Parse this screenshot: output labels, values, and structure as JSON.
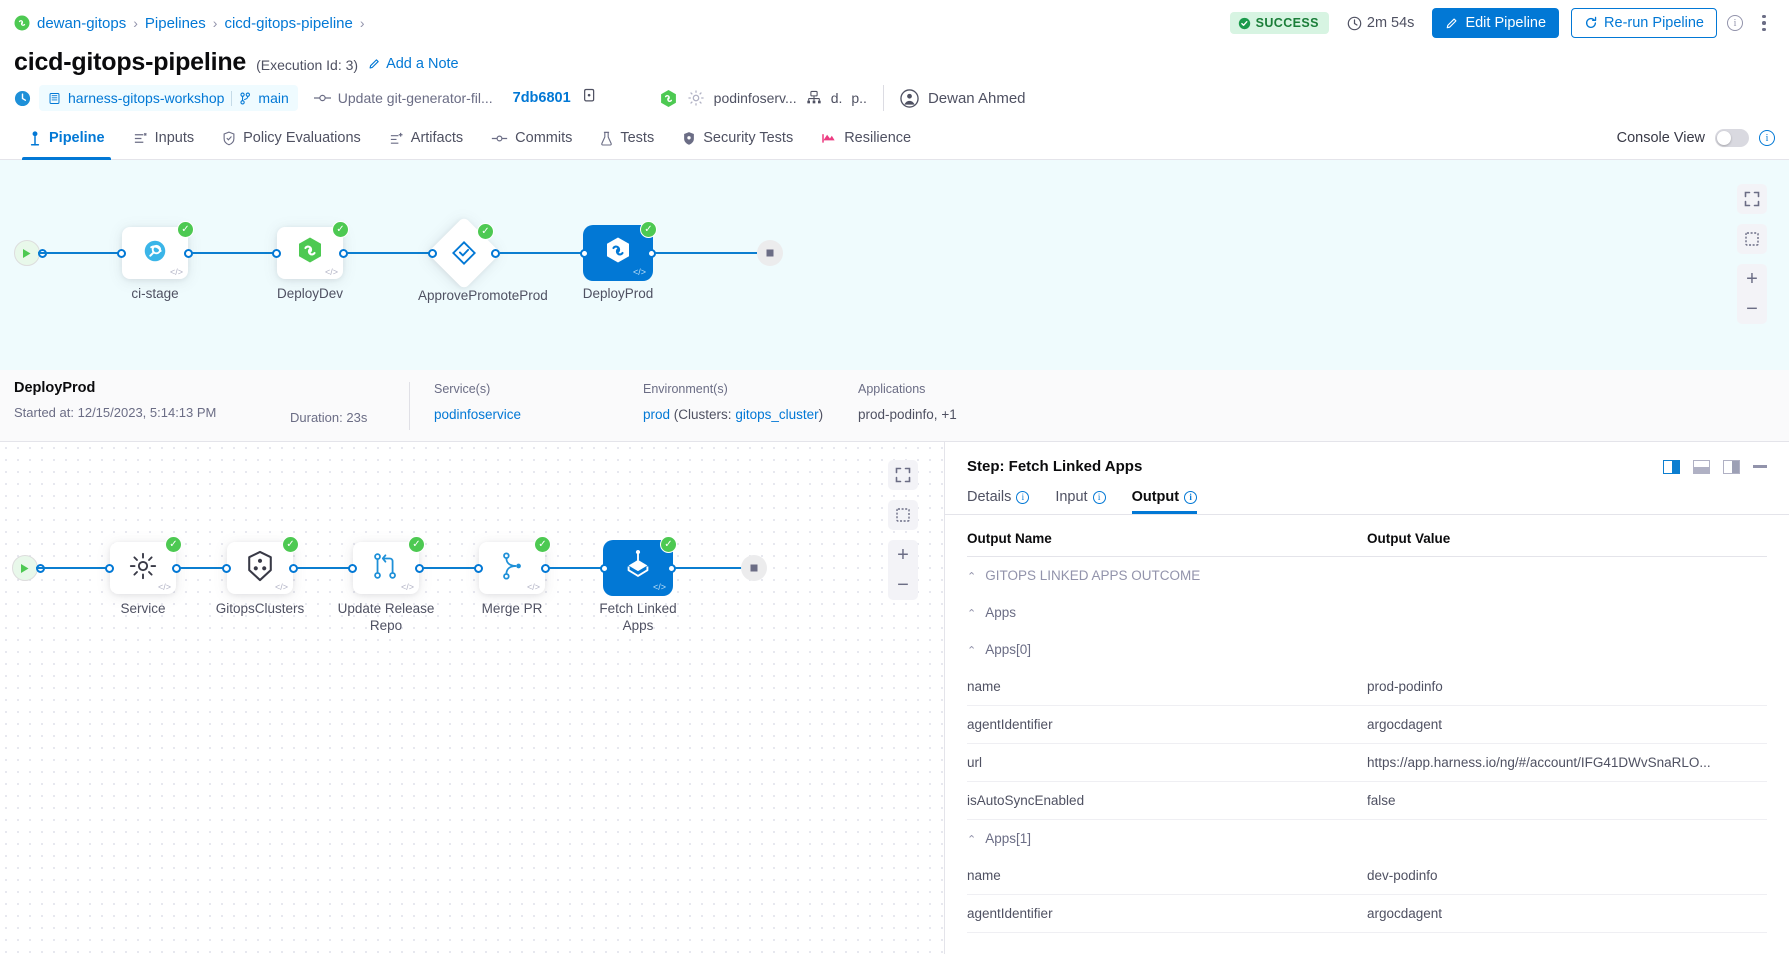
{
  "breadcrumb": {
    "items": [
      "dewan-gitops",
      "Pipelines",
      "cicd-gitops-pipeline"
    ],
    "sep": "›"
  },
  "header": {
    "status": "SUCCESS",
    "duration": "2m 54s",
    "edit_label": "Edit Pipeline",
    "rerun_label": "Re-run Pipeline",
    "title": "cicd-gitops-pipeline",
    "execution_id": "(Execution Id: 3)",
    "add_note": "Add a Note"
  },
  "meta": {
    "repo": "harness-gitops-workshop",
    "branch": "main",
    "commit_message": "Update git-generator-fil...",
    "commit_id": "7db6801",
    "service": "podinfoserv...",
    "extra1": "d.",
    "extra2": "p..",
    "user": "Dewan Ahmed"
  },
  "tabs": [
    {
      "label": "Pipeline",
      "icon": "pipeline-icon",
      "active": true
    },
    {
      "label": "Inputs",
      "icon": "inputs-icon",
      "active": false
    },
    {
      "label": "Policy Evaluations",
      "icon": "shield-icon",
      "active": false
    },
    {
      "label": "Artifacts",
      "icon": "artifacts-icon",
      "active": false
    },
    {
      "label": "Commits",
      "icon": "commit-icon",
      "active": false
    },
    {
      "label": "Tests",
      "icon": "flask-icon",
      "active": false
    },
    {
      "label": "Security Tests",
      "icon": "security-icon",
      "active": false
    },
    {
      "label": "Resilience",
      "icon": "resilience-icon",
      "active": false
    }
  ],
  "console_view": {
    "label": "Console View",
    "enabled": false
  },
  "stage_graph": {
    "nodes": [
      {
        "label": "ci-stage",
        "status": "success",
        "shape": "box",
        "selected": false,
        "icon": "ci-build-icon"
      },
      {
        "label": "DeployDev",
        "status": "success",
        "shape": "box",
        "selected": false,
        "icon": "harness-deploy-icon"
      },
      {
        "label": "ApprovePromoteProd",
        "status": "success",
        "shape": "diamond",
        "selected": false,
        "icon": "approval-icon"
      },
      {
        "label": "DeployProd",
        "status": "success",
        "shape": "box",
        "selected": true,
        "icon": "harness-deploy-icon"
      }
    ]
  },
  "detail": {
    "name": "DeployProd",
    "started_label": "Started at:",
    "started_value": "12/15/2023, 5:14:13 PM",
    "duration": "Duration: 23s",
    "service_header": "Service(s)",
    "service_value": "podinfoservice",
    "env_header": "Environment(s)",
    "env_value": "prod",
    "env_clusters_prefix": "(Clusters:",
    "env_cluster": "gitops_cluster",
    "env_clusters_suffix": ")",
    "apps_header": "Applications",
    "apps_value": "prod-podinfo,",
    "apps_more": "+1"
  },
  "step_graph": {
    "nodes": [
      {
        "label": "Service",
        "status": "success",
        "selected": false,
        "icon": "gear-icon"
      },
      {
        "label": "GitopsClusters",
        "status": "success",
        "selected": false,
        "icon": "kubernetes-icon"
      },
      {
        "label": "Update Release Repo",
        "status": "success",
        "selected": false,
        "icon": "git-branch-icon"
      },
      {
        "label": "Merge PR",
        "status": "success",
        "selected": false,
        "icon": "merge-icon"
      },
      {
        "label": "Fetch Linked Apps",
        "status": "success",
        "selected": true,
        "icon": "argo-icon"
      }
    ]
  },
  "panel": {
    "title": "Step: Fetch Linked Apps",
    "tabs": [
      {
        "label": "Details",
        "active": false
      },
      {
        "label": "Input",
        "active": false
      },
      {
        "label": "Output",
        "active": true
      }
    ],
    "columns": [
      "Output Name",
      "Output Value"
    ],
    "rows": [
      {
        "level": 0,
        "caret": "^",
        "name": "GITOPS LINKED APPS OUTCOME",
        "value": "",
        "kind": "group"
      },
      {
        "level": 1,
        "caret": "^",
        "name": "Apps",
        "value": "",
        "kind": "group2"
      },
      {
        "level": 2,
        "caret": "^",
        "name": "Apps[0]",
        "value": "",
        "kind": "group2"
      },
      {
        "level": 3,
        "caret": "",
        "name": "name",
        "value": "prod-podinfo",
        "kind": "row"
      },
      {
        "level": 3,
        "caret": "",
        "name": "agentIdentifier",
        "value": "argocdagent",
        "kind": "row"
      },
      {
        "level": 3,
        "caret": "",
        "name": "url",
        "value": "https://app.harness.io/ng/#/account/IFG41DWvSnaRLO...",
        "kind": "link"
      },
      {
        "level": 3,
        "caret": "",
        "name": "isAutoSyncEnabled",
        "value": "false",
        "kind": "row"
      },
      {
        "level": 2,
        "caret": "^",
        "name": "Apps[1]",
        "value": "",
        "kind": "group2"
      },
      {
        "level": 3,
        "caret": "",
        "name": "name",
        "value": "dev-podinfo",
        "kind": "row"
      },
      {
        "level": 3,
        "caret": "",
        "name": "agentIdentifier",
        "value": "argocdagent",
        "kind": "row"
      }
    ]
  },
  "colors": {
    "accent": "#0278d5",
    "success": "#4dc952",
    "graph_bg": "#effbfd"
  }
}
